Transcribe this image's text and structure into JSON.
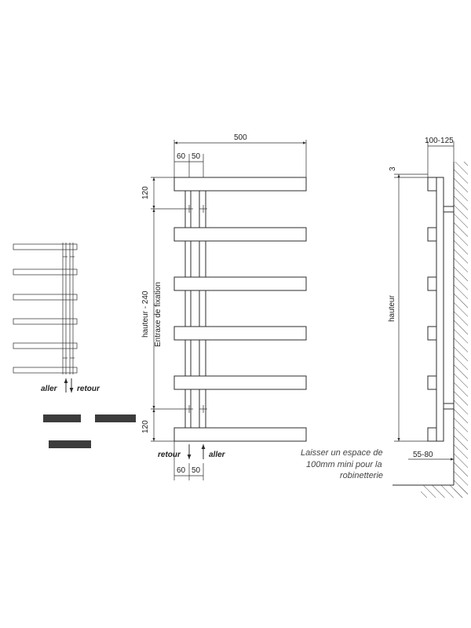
{
  "dimensions": {
    "total_width": "500",
    "top_left_offset": "60",
    "top_right_offset": "50",
    "bottom_left_offset": "60",
    "bottom_right_offset": "50",
    "top_margin": "120",
    "bottom_margin": "120",
    "side_wall_gap": "100-125",
    "side_top": "3",
    "side_bottom": "55-80"
  },
  "labels": {
    "height_minus": "hauteur - 240",
    "fixation": "Entraxe de fixation",
    "side_height": "hauteur",
    "small_aller": "aller",
    "small_retour": "retour",
    "main_retour": "retour",
    "main_aller": "aller"
  },
  "note": {
    "line1": "Laisser un espace de",
    "line2": "100mm mini pour la",
    "line3": "robinetterie"
  },
  "colors": {
    "line": "#2b2b2b",
    "note": "#444444"
  }
}
